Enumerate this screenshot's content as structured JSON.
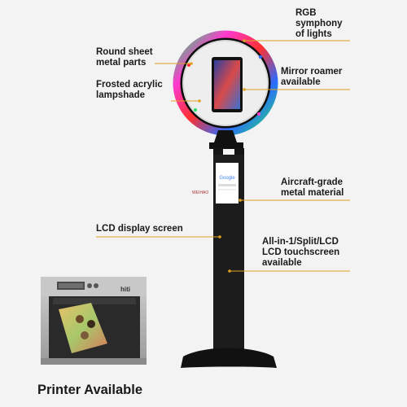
{
  "labels": {
    "rgb": [
      "RGB",
      "symphony",
      "of lights"
    ],
    "round_sheet": [
      "Round sheet",
      "metal parts"
    ],
    "mirror": [
      "Mirror roamer",
      "available"
    ],
    "frosted": [
      "Frosted acrylic",
      "lampshade"
    ],
    "aircraft": [
      "Aircraft-grade",
      "metal material"
    ],
    "lcd": [
      "LCD display screen"
    ],
    "allinone": [
      "All-in-1/Split/LCD",
      "LCD touchscreen",
      "available"
    ]
  },
  "printer_caption": "Printer Available",
  "printer_brand": "hiti",
  "sticker_text": "WEIHAO",
  "screen_logo": "Google",
  "colors": {
    "leader_line": "#e0a020",
    "stand": "#111111",
    "printer_body": "#b9b9b9",
    "ring_red": "#ff3030",
    "ring_blue": "#2b6bff",
    "ring_green": "#22e06a",
    "ring_magenta": "#ff3ad0"
  },
  "icons": [
    "printer-image",
    "photo-booth-stand-image",
    "rgb-ring-light-image",
    "tablet-screen-image"
  ]
}
